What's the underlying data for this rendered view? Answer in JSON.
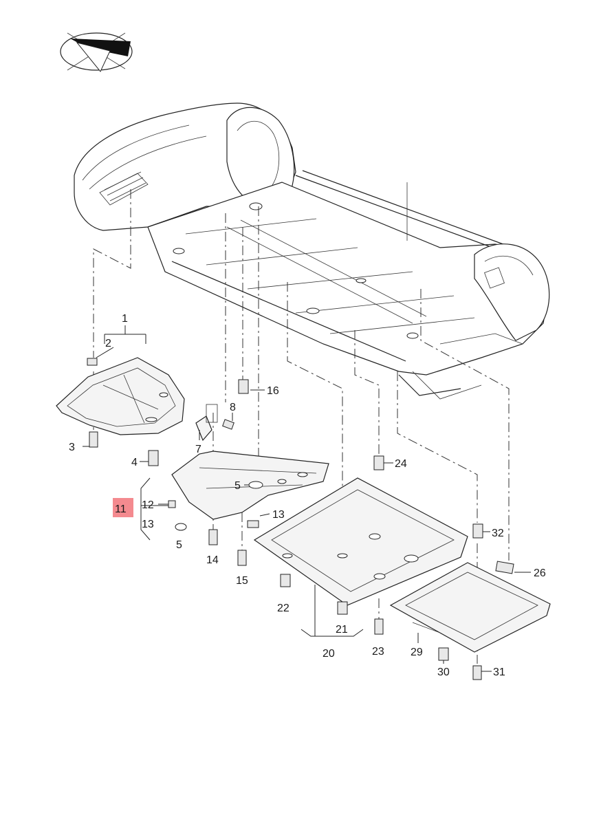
{
  "callouts": {
    "c1": "1",
    "c2": "2",
    "c3": "3",
    "c4": "4",
    "c5a": "5",
    "c5b": "5",
    "c7": "7",
    "c8": "8",
    "c11": "11",
    "c12": "12",
    "c13a": "13",
    "c13b": "13",
    "c14": "14",
    "c15": "15",
    "c16": "16",
    "c20": "20",
    "c21": "21",
    "c22": "22",
    "c23": "23",
    "c24": "24",
    "c26": "26",
    "c29": "29",
    "c30": "30",
    "c31": "31",
    "c32": "32"
  },
  "colors": {
    "highlight": "#f48a8f",
    "line": "#222222",
    "background": "#ffffff"
  },
  "icons": {
    "orientation": "direction-arrow-icon"
  }
}
